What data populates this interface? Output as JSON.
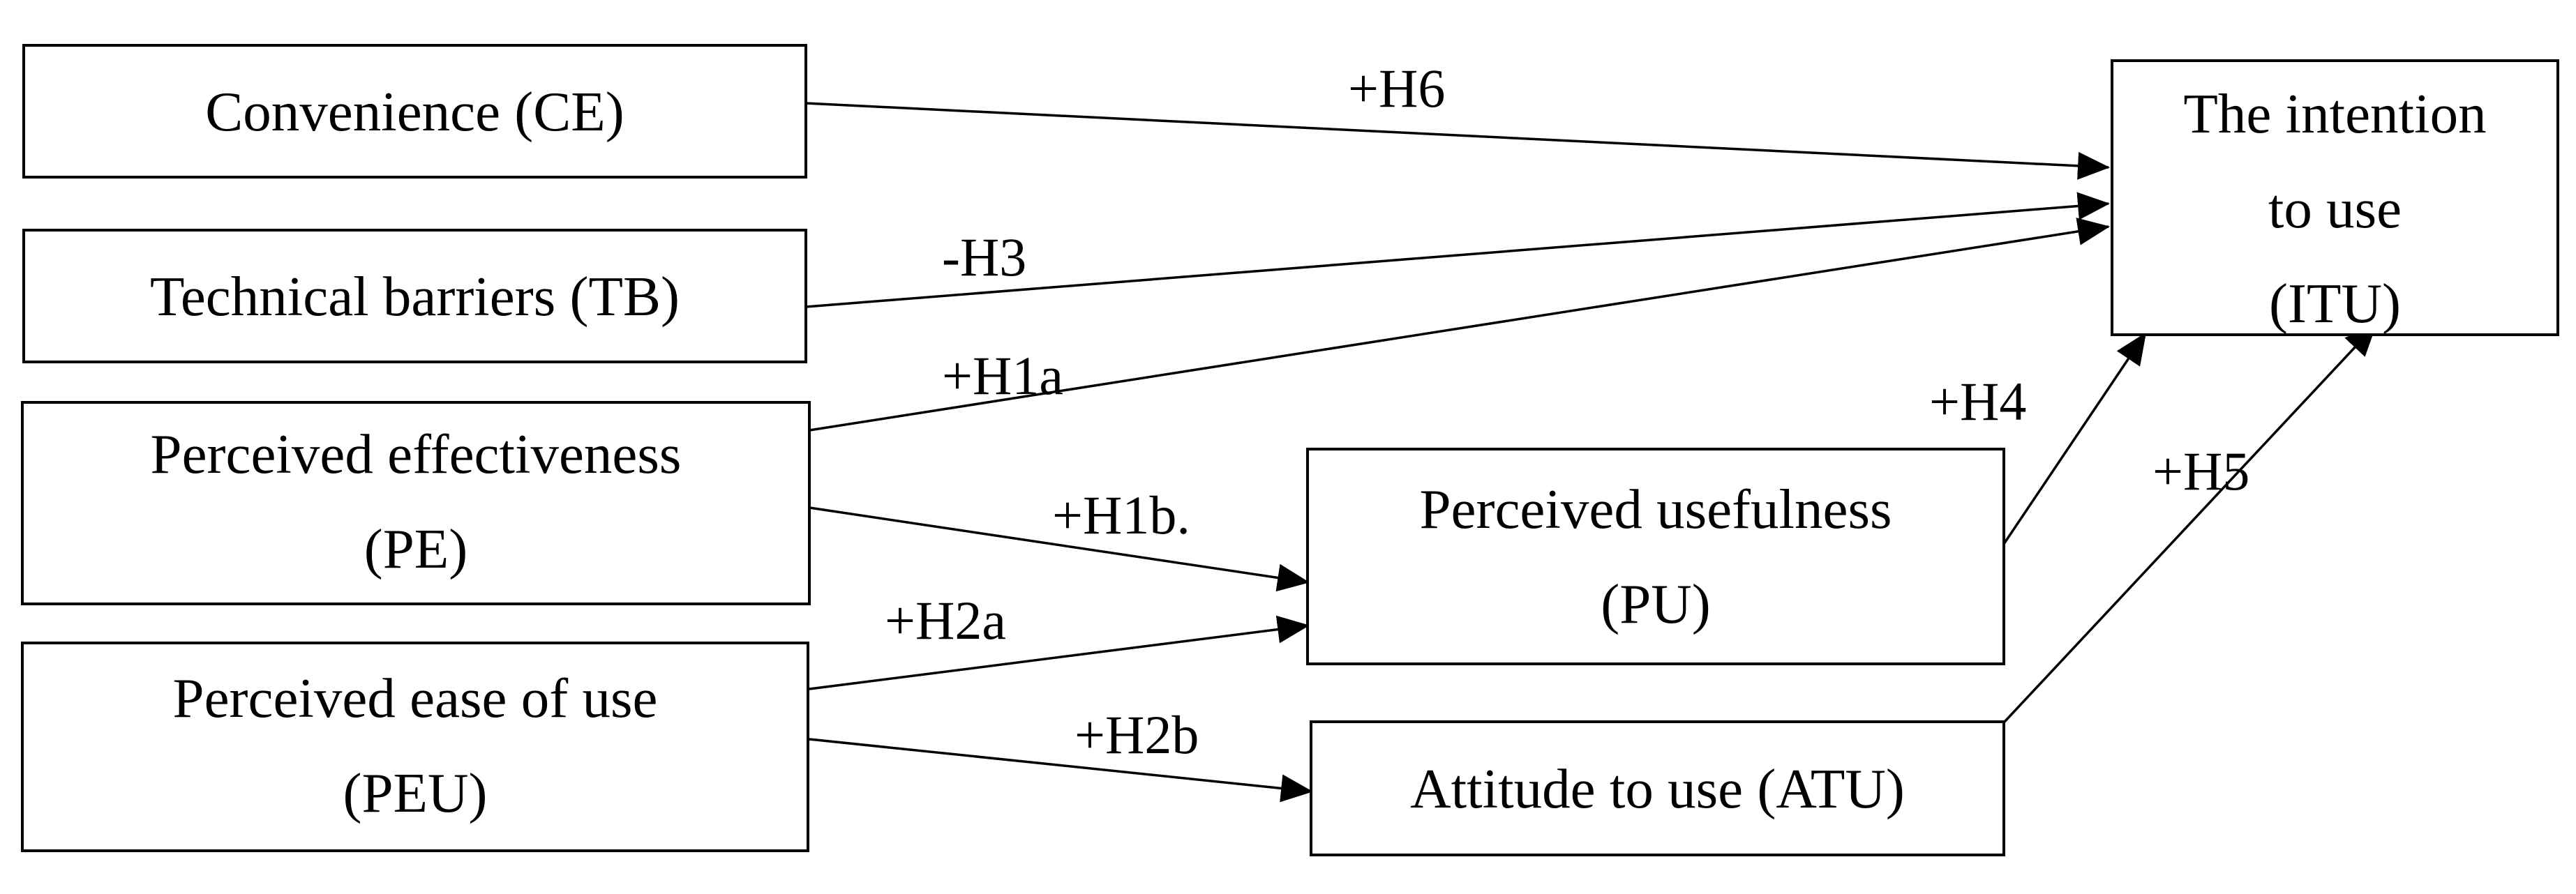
{
  "nodes": {
    "ce": "Convenience (CE)",
    "tb": "Technical barriers (TB)",
    "pe": "Perceived effectiveness\n(PE)",
    "peu": "Perceived ease of use\n(PEU)",
    "pu": "Perceived usefulness\n(PU)",
    "atu": "Attitude to use (ATU)",
    "itu": "The intention\nto use\n(ITU)"
  },
  "edges": {
    "h6": "+H6",
    "h3": "-H3",
    "h1a": "+H1a",
    "h1b": "+H1b.",
    "h2a": "+H2a",
    "h2b": "+H2b",
    "h4": "+H4",
    "h5": "+H5"
  },
  "colors": {
    "stroke": "#000000",
    "background": "#ffffff"
  }
}
